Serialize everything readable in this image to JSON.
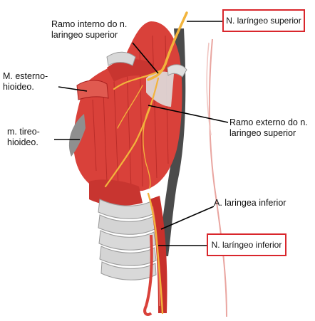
{
  "labels": {
    "n_laringeo_superior": "N. laríngeo superior",
    "ramo_interno": "Ramo interno do n.\nlaringeo superior",
    "m_esterno_hioideo": "M. esterno-\nhioideo.",
    "m_tireo_hioideo": "m. tireo-\nhioideo.",
    "ramo_externo": "Ramo externo do n.\nlaringeo superior",
    "a_laringea_inferior": "A. laringea inferior",
    "n_laringeo_inferior": "N. laríngeo inferior"
  },
  "colors": {
    "box_border": "#d9262c",
    "muscle": "#d9413a",
    "muscle_dark": "#a8201f",
    "nerve": "#f2b43c",
    "cartilage": "#dcdcdc",
    "leader": "#000000"
  }
}
